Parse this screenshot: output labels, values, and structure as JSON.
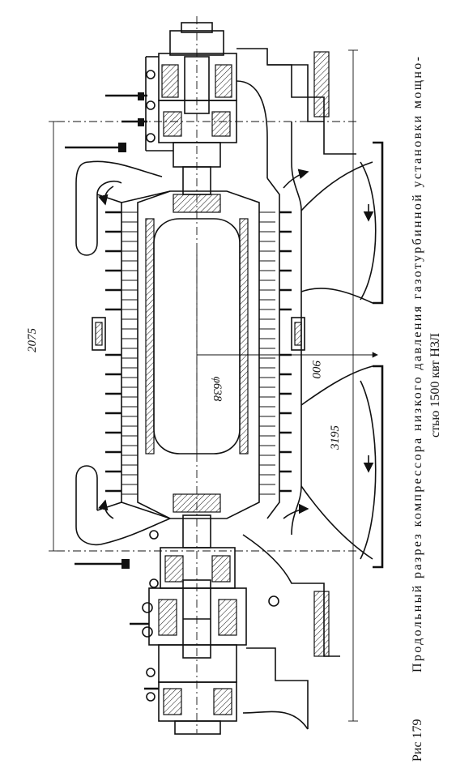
{
  "dimensions": {
    "overall_width": "2075",
    "overall_length": "3195",
    "radius": "900",
    "rotor_diameter": "φ638"
  },
  "caption": {
    "figure_number": "Рис 179",
    "line1": "Продольный разрез компрессора низкого давления газотурбинной установки мощно-",
    "line2": "стью 1500 квт НЗЛ"
  }
}
